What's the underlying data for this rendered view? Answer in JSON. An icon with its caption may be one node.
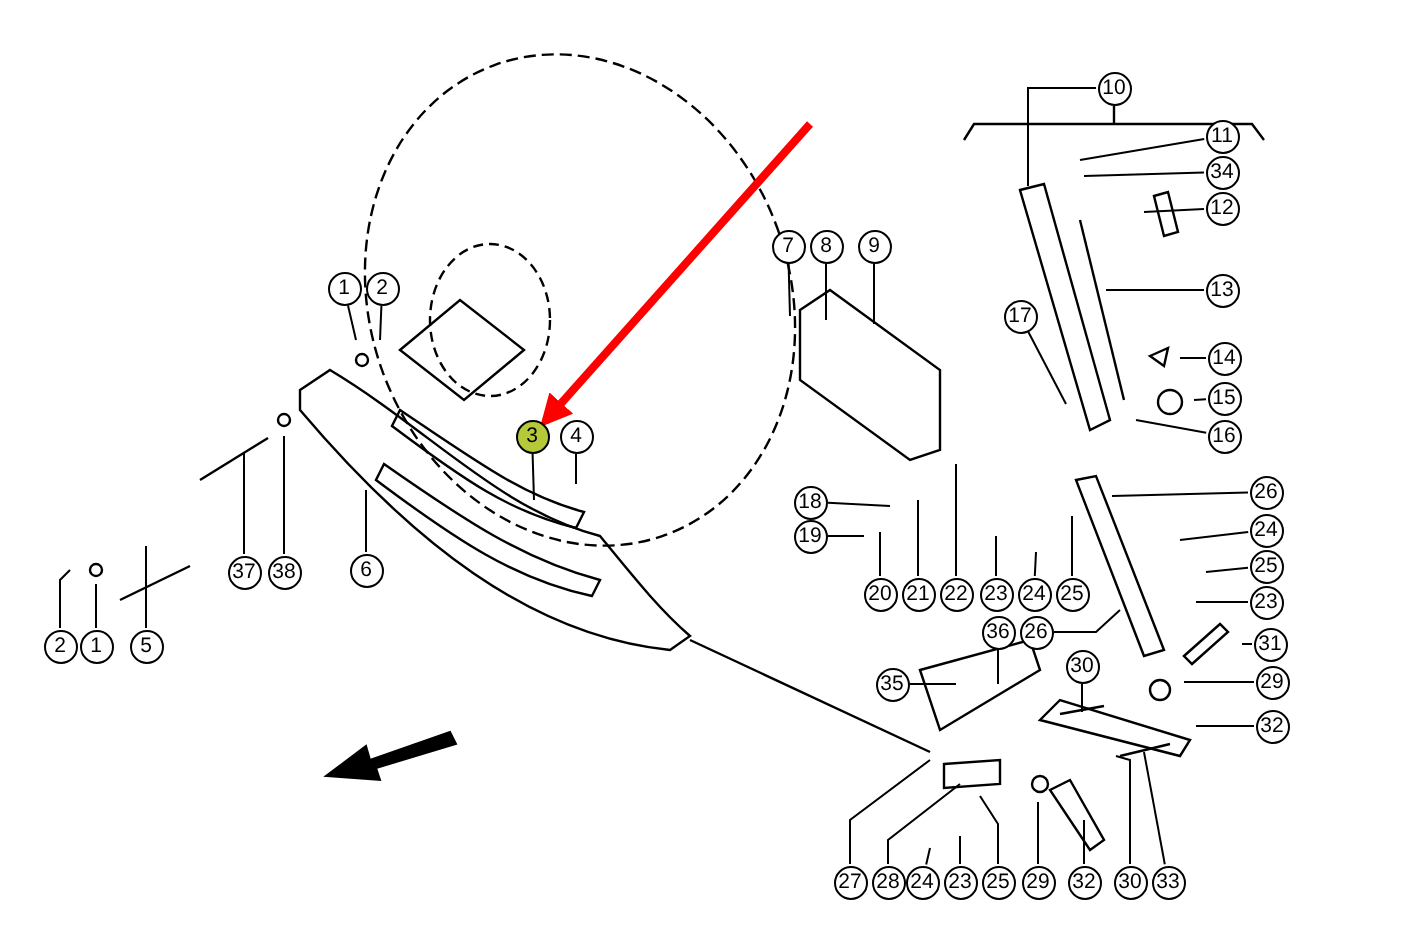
{
  "diagram": {
    "nodes": [
      {
        "text": [
          "10"
        ]
      },
      {
        "text": [
          "11"
        ]
      },
      {
        "text": [
          "34"
        ]
      },
      {
        "text": [
          "12"
        ]
      },
      {
        "text": [
          "13"
        ]
      },
      {
        "text": [
          "14"
        ]
      },
      {
        "text": [
          "15"
        ]
      },
      {
        "text": [
          "16"
        ]
      },
      {
        "text": [
          "7"
        ]
      },
      {
        "text": [
          "8"
        ]
      },
      {
        "text": [
          "9"
        ]
      },
      {
        "text": [
          "1"
        ]
      },
      {
        "text": [
          "2"
        ]
      },
      {
        "text": [
          "17"
        ]
      },
      {
        "text": [
          "3"
        ]
      },
      {
        "text": [
          "4"
        ]
      },
      {
        "text": [
          "26"
        ]
      },
      {
        "text": [
          "18"
        ]
      },
      {
        "text": [
          "24"
        ]
      },
      {
        "text": [
          "25"
        ]
      },
      {
        "text": [
          "19"
        ]
      },
      {
        "text": [
          "23"
        ]
      },
      {
        "text": [
          "37"
        ]
      },
      {
        "text": [
          "38"
        ]
      },
      {
        "text": [
          "6"
        ]
      },
      {
        "text": [
          "20"
        ]
      },
      {
        "text": [
          "21"
        ]
      },
      {
        "text": [
          "22"
        ]
      },
      {
        "text": [
          "23"
        ]
      },
      {
        "text": [
          "24"
        ]
      },
      {
        "text": [
          "25"
        ]
      },
      {
        "text": [
          "36"
        ]
      },
      {
        "text": [
          "26"
        ]
      },
      {
        "text": [
          "31"
        ]
      },
      {
        "text": [
          "2"
        ]
      },
      {
        "text": [
          "1"
        ]
      },
      {
        "text": [
          "5"
        ]
      },
      {
        "text": [
          "30"
        ]
      },
      {
        "text": [
          "29"
        ]
      },
      {
        "text": [
          "35"
        ]
      },
      {
        "text": [
          "32"
        ]
      },
      {
        "text": [
          "27"
        ]
      },
      {
        "text": [
          "28"
        ]
      },
      {
        "text": [
          "24"
        ]
      },
      {
        "text": [
          "23"
        ]
      },
      {
        "text": [
          "25"
        ]
      },
      {
        "text": [
          "29"
        ]
      },
      {
        "text": [
          "32"
        ]
      },
      {
        "text": [
          "30"
        ]
      },
      {
        "text": [
          "33"
        ]
      }
    ],
    "edges": [
      {
        "from": 0,
        "to": null,
        "arrow": "none"
      },
      {
        "from": 1,
        "to": null,
        "arrow": "none"
      },
      {
        "from": 2,
        "to": null,
        "arrow": "none"
      },
      {
        "from": 3,
        "to": null,
        "arrow": "none"
      },
      {
        "from": 4,
        "to": null,
        "arrow": "none"
      },
      {
        "from": 5,
        "to": null,
        "arrow": "none"
      },
      {
        "from": 6,
        "to": null,
        "arrow": "none"
      },
      {
        "from": 7,
        "to": null,
        "arrow": "none"
      },
      {
        "from": 8,
        "to": null,
        "arrow": "none"
      },
      {
        "from": 9,
        "to": null,
        "arrow": "none"
      },
      {
        "from": 10,
        "to": null,
        "arrow": "none"
      },
      {
        "from": 11,
        "to": null,
        "arrow": "none"
      },
      {
        "from": 12,
        "to": null,
        "arrow": "none"
      },
      {
        "from": 13,
        "to": null,
        "arrow": "none"
      },
      {
        "from": 14,
        "to": null,
        "arrow": "none"
      },
      {
        "from": 15,
        "to": null,
        "arrow": "none"
      },
      {
        "from": 16,
        "to": null,
        "arrow": "none"
      },
      {
        "from": 17,
        "to": null,
        "arrow": "none"
      },
      {
        "from": 18,
        "to": null,
        "arrow": "none"
      },
      {
        "from": 19,
        "to": null,
        "arrow": "none"
      },
      {
        "from": 20,
        "to": null,
        "arrow": "none"
      },
      {
        "from": 21,
        "to": null,
        "arrow": "none"
      },
      {
        "from": 22,
        "to": null,
        "arrow": "none"
      },
      {
        "from": 23,
        "to": null,
        "arrow": "none"
      },
      {
        "from": 24,
        "to": null,
        "arrow": "none"
      },
      {
        "from": 25,
        "to": null,
        "arrow": "none"
      },
      {
        "from": 26,
        "to": null,
        "arrow": "none"
      },
      {
        "from": 27,
        "to": null,
        "arrow": "none"
      },
      {
        "from": 28,
        "to": null,
        "arrow": "none"
      },
      {
        "from": 29,
        "to": null,
        "arrow": "none"
      },
      {
        "from": 30,
        "to": null,
        "arrow": "none"
      },
      {
        "from": 31,
        "to": null,
        "arrow": "none"
      },
      {
        "from": 32,
        "to": null,
        "arrow": "none"
      },
      {
        "from": 33,
        "to": null,
        "arrow": "none"
      },
      {
        "from": 34,
        "to": null,
        "arrow": "none"
      },
      {
        "from": 35,
        "to": null,
        "arrow": "none"
      },
      {
        "from": 36,
        "to": null,
        "arrow": "none"
      },
      {
        "from": 37,
        "to": null,
        "arrow": "none"
      },
      {
        "from": 38,
        "to": null,
        "arrow": "none"
      },
      {
        "from": 39,
        "to": null,
        "arrow": "none"
      },
      {
        "from": 40,
        "to": null,
        "arrow": "none"
      },
      {
        "from": 41,
        "to": null,
        "arrow": "none"
      },
      {
        "from": 42,
        "to": null,
        "arrow": "none"
      },
      {
        "from": 43,
        "to": null,
        "arrow": "none"
      },
      {
        "from": 44,
        "to": null,
        "arrow": "none"
      },
      {
        "from": 45,
        "to": null,
        "arrow": "none"
      },
      {
        "from": 46,
        "to": null,
        "arrow": "none"
      },
      {
        "from": 47,
        "to": null,
        "arrow": "none"
      },
      {
        "from": 48,
        "to": null,
        "arrow": "none"
      },
      {
        "from": 49,
        "to": null,
        "arrow": "none"
      },
      {
        "from": null,
        "to": 14,
        "arrow": "to",
        "style": "thick",
        "color": "#ff0000"
      }
    ]
  }
}
